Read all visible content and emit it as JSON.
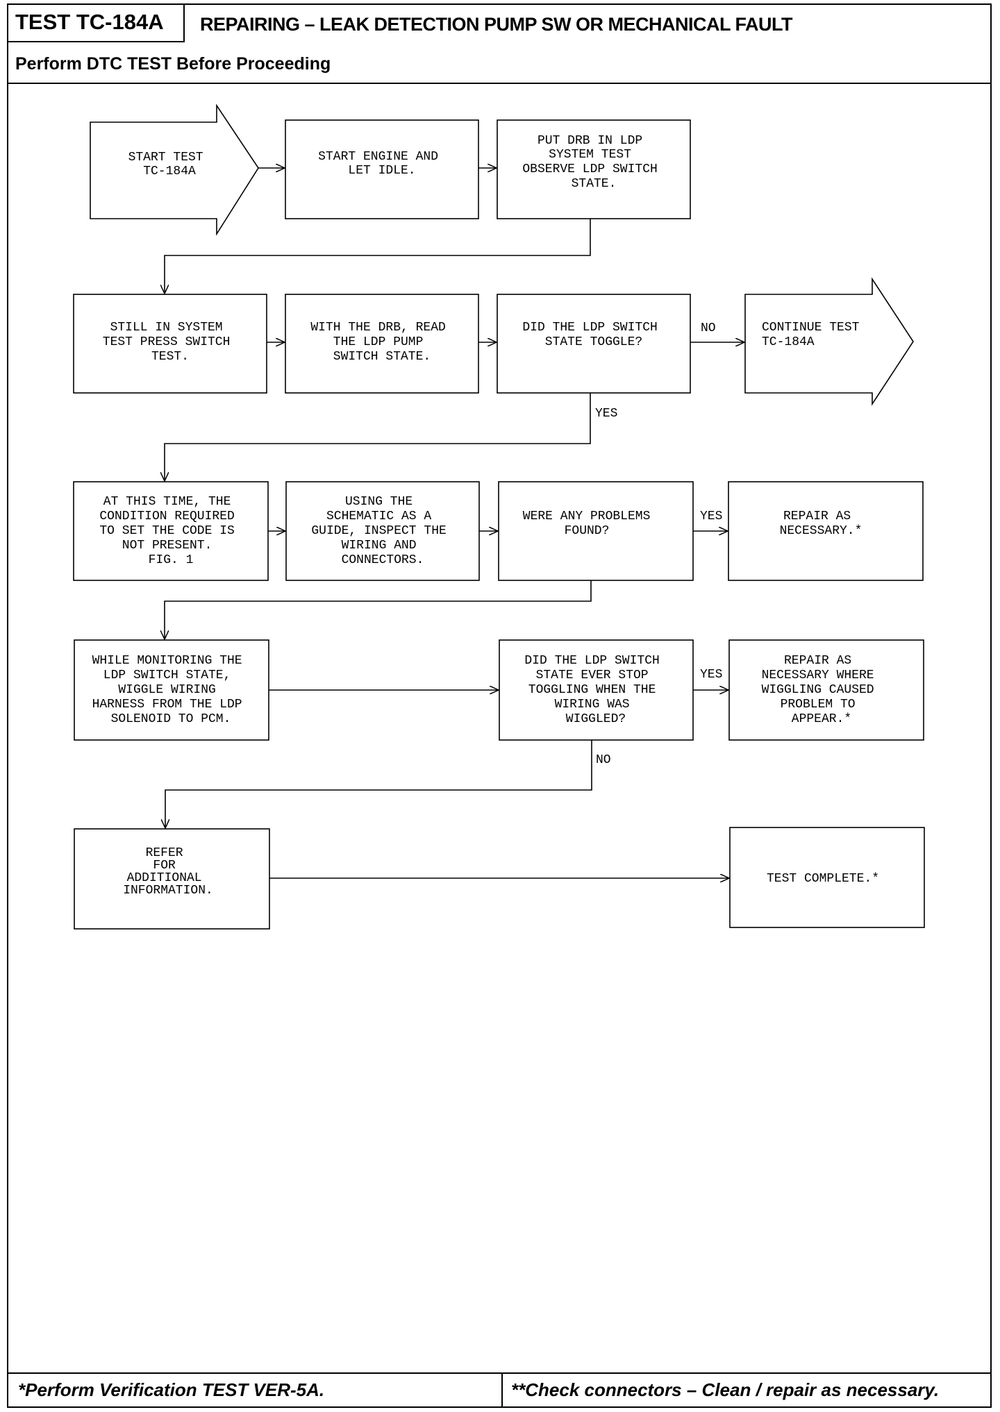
{
  "header": {
    "test_id": "TEST TC-184A",
    "title": "REPAIRING – LEAK DETECTION PUMP SW OR MECHANICAL FAULT",
    "subtitle": "Perform DTC TEST Before Proceeding"
  },
  "footer": {
    "left": "*Perform Verification TEST VER-5A.",
    "right": "**Check connectors – Clean / repair as necessary."
  },
  "flow": {
    "start": [
      "START TEST",
      "TC-184A"
    ],
    "start_engine": [
      "START ENGINE AND",
      "LET IDLE."
    ],
    "put_drb": [
      "PUT DRB IN LDP",
      "SYSTEM TEST",
      "OBSERVE LDP SWITCH",
      "STATE."
    ],
    "still_in": [
      "STILL IN SYSTEM",
      "TEST PRESS SWITCH",
      "TEST."
    ],
    "with_drb": [
      "WITH THE DRB, READ",
      "THE LDP PUMP",
      "SWITCH STATE."
    ],
    "did_toggle": [
      "DID THE LDP SWITCH",
      "STATE TOGGLE?"
    ],
    "continue": [
      "CONTINUE TEST",
      "TC-184A"
    ],
    "at_this_time": [
      "AT THIS TIME, THE",
      "CONDITION REQUIRED",
      "TO SET THE CODE IS",
      "NOT PRESENT.",
      "FIG. 1"
    ],
    "using_schematic": [
      "USING THE",
      "SCHEMATIC AS A",
      "GUIDE, INSPECT THE",
      "WIRING AND",
      "CONNECTORS."
    ],
    "were_problems": [
      "WERE ANY PROBLEMS",
      "FOUND?"
    ],
    "repair1": [
      "REPAIR AS",
      "NECESSARY.*"
    ],
    "while_monitoring": [
      "WHILE MONITORING THE",
      "LDP SWITCH STATE,",
      "WIGGLE WIRING",
      "HARNESS FROM THE LDP",
      "SOLENOID TO PCM."
    ],
    "did_stop": [
      "DID THE LDP SWITCH",
      "STATE EVER STOP",
      "TOGGLING WHEN THE",
      "WIRING WAS",
      "WIGGLED?"
    ],
    "repair2": [
      "REPAIR AS",
      "NECESSARY WHERE",
      "WIGGLING CAUSED",
      "PROBLEM TO",
      "APPEAR.*"
    ],
    "refer": [
      "REFER",
      "FOR",
      "ADDITIONAL",
      "INFORMATION."
    ],
    "complete": [
      "TEST COMPLETE.*"
    ],
    "labels": {
      "no1": "NO",
      "yes1": "YES",
      "yes2": "YES",
      "yes3": "YES",
      "no2": "NO"
    }
  }
}
